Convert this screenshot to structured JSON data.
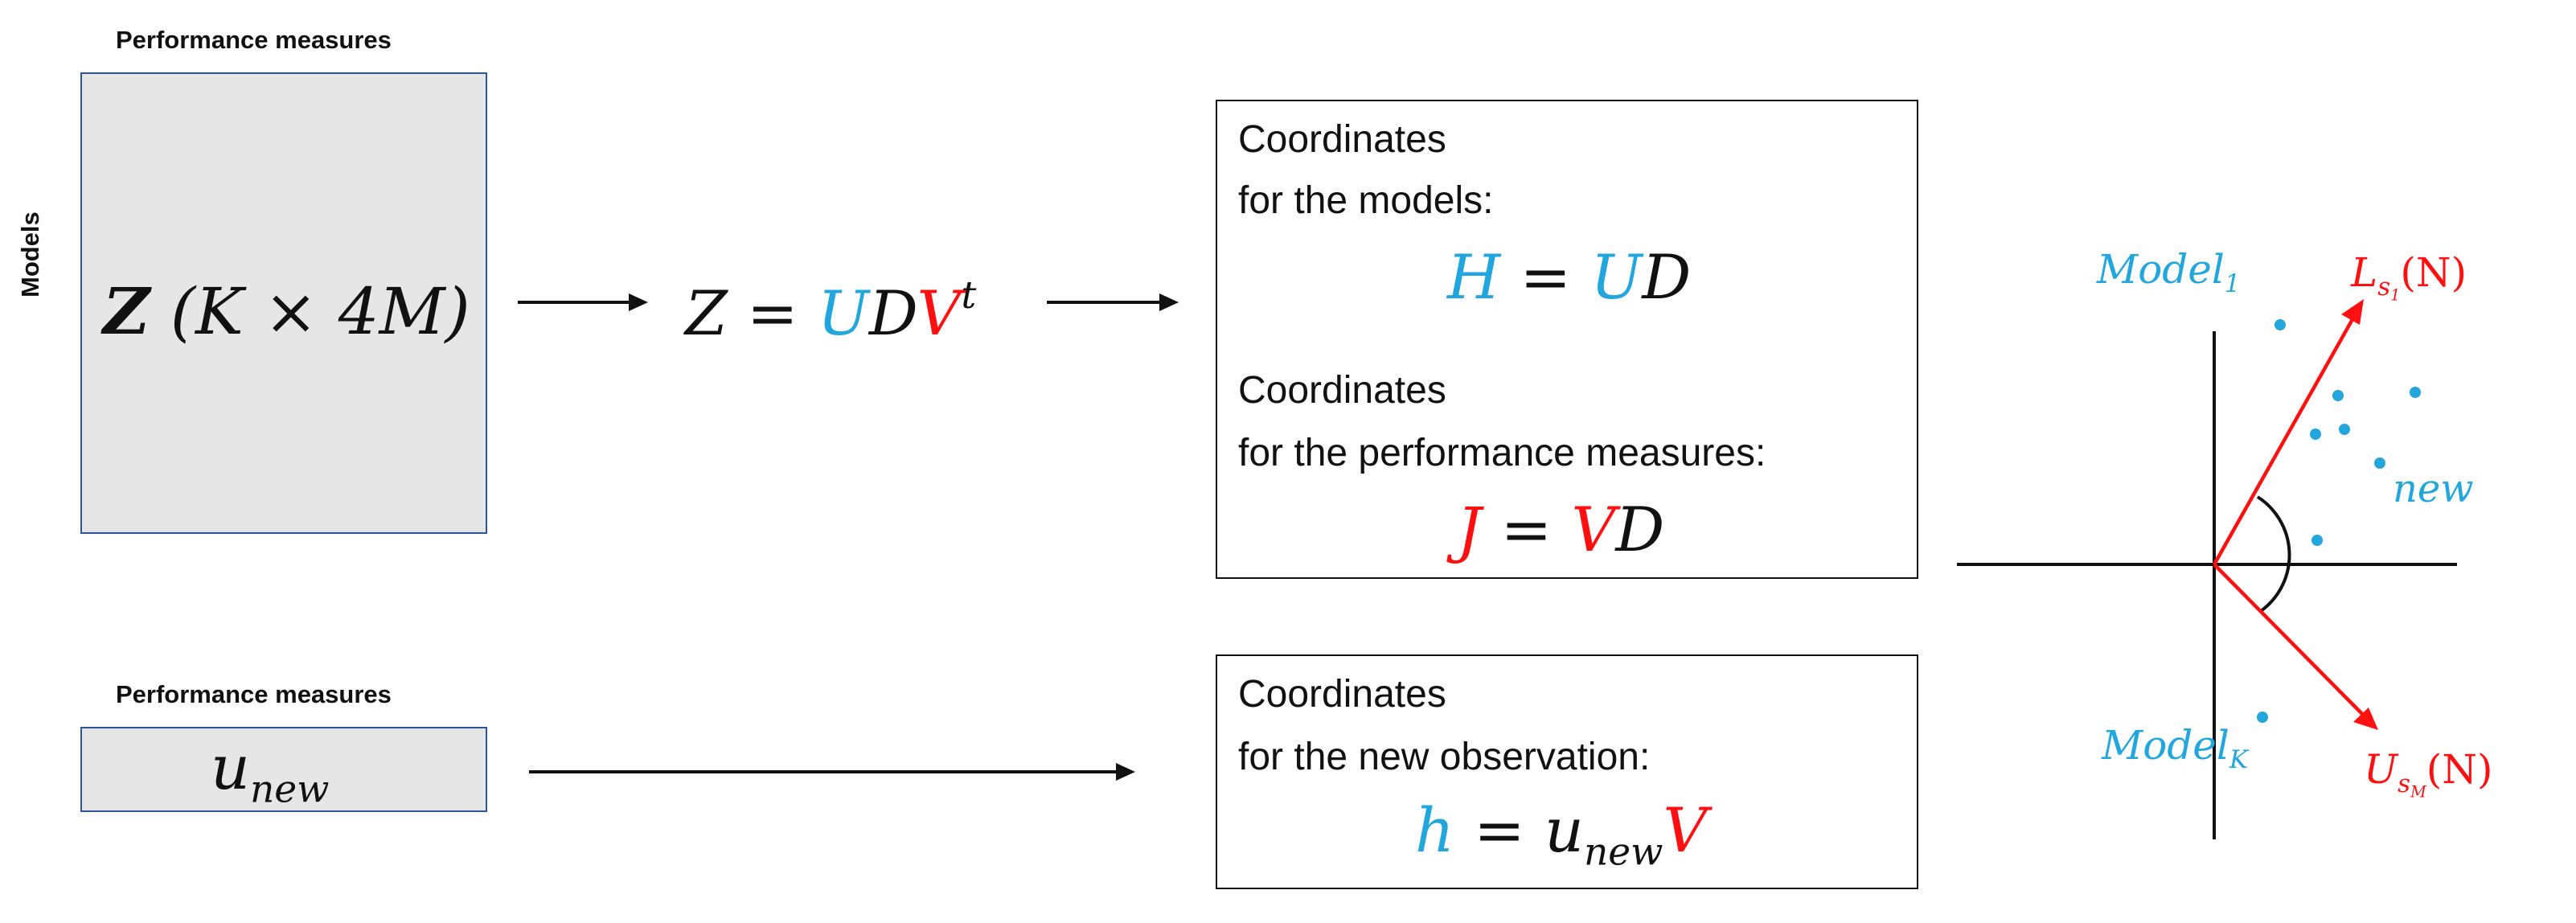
{
  "headers": {
    "perf_top": "Performance measures",
    "perf_bottom": "Performance measures",
    "models": "Models"
  },
  "matrix": {
    "bold_var": "Z",
    "dims": "(K × 4M)"
  },
  "u_new": {
    "base": "u",
    "sub": "new"
  },
  "svd": {
    "lhs": "Z =",
    "u": "U",
    "d": "D",
    "v": "V",
    "exp": "t"
  },
  "box_models": {
    "line1": "Coordinates",
    "line2": "for the models:",
    "eq_lhs": "H",
    "eq_eq": "=",
    "eq_u": "U",
    "eq_d": "D",
    "line3": "Coordinates",
    "line4": "for the performance measures:",
    "eq2_lhs": "J",
    "eq2_eq": "=",
    "eq2_v": "V",
    "eq2_d": "D"
  },
  "box_new": {
    "line1": "Coordinates",
    "line2": "for the new observation:",
    "eq_lhs": "h",
    "eq_eq": "=",
    "eq_u": "u",
    "eq_sub": "new",
    "eq_v": "V"
  },
  "biplot": {
    "model1": {
      "base": "Model",
      "sub": "1"
    },
    "modelK": {
      "base": "Model",
      "sub": "K"
    },
    "new_label": "new",
    "vec_top": {
      "base": "L",
      "sub": "s",
      "subsub": "1",
      "arg": "(N)"
    },
    "vec_bottom": {
      "base": "U",
      "sub": "s",
      "subsub": "M",
      "arg": "(N)"
    }
  },
  "colors": {
    "blue": "#22a6de",
    "red": "#ff1010",
    "matrix_fill": "#e6e6e6",
    "matrix_border": "#2e5597"
  }
}
